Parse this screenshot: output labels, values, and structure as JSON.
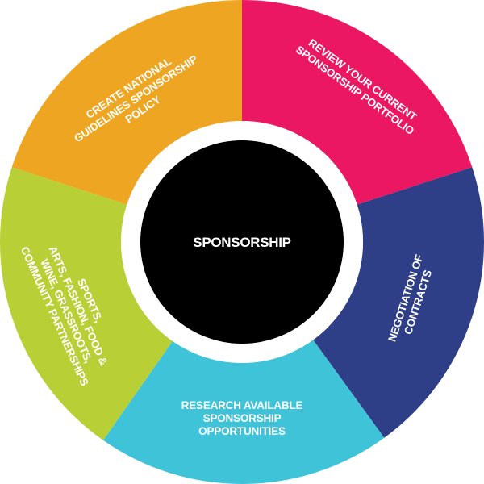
{
  "center": {
    "label": "SPONSORSHIP",
    "color": "#000000",
    "ring_color": "#ffffff"
  },
  "segments": [
    {
      "id": "review",
      "lines": [
        "REVIEW YOUR CURRENT",
        "SPONSORSHIP PORTFOLIO"
      ],
      "color": "#ec1763"
    },
    {
      "id": "negotiation",
      "lines": [
        "NEGOTIATION OF",
        "CONTRACTS"
      ],
      "color": "#2f3f87"
    },
    {
      "id": "research",
      "lines": [
        "RESEARCH AVAILABLE",
        "SPONSORSHIP",
        "OPPORTUNITIES"
      ],
      "color": "#3fc3d8"
    },
    {
      "id": "sports",
      "lines": [
        "SPORTS,",
        "ARTS, FASHION, FOOD &",
        "WINE, GRASSROOTS,",
        "COMMUNITY PARTNERSHIPS"
      ],
      "color": "#b8cf36"
    },
    {
      "id": "create",
      "lines": [
        "CREATE NATIONAL",
        "GUIDELINES SPONSORSHIP",
        "POLICY"
      ],
      "color": "#eea522"
    }
  ]
}
